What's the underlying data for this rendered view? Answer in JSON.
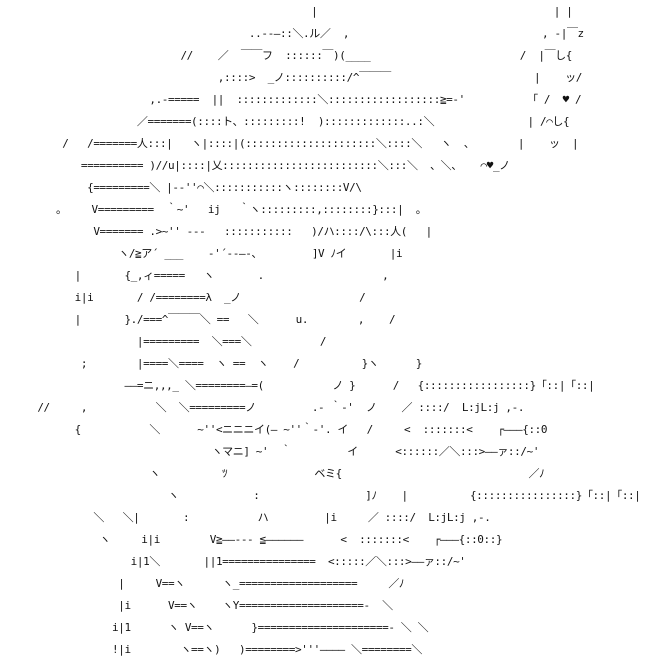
{
  "art": {
    "lines": [
      "                                                  |                                      | |",
      "                                        ..--―::＼.ル／  ,                               , -|￣z",
      "                             //    ／  ￣￣フ  ::::::￣)(____                        /  |￣し{",
      "                                   ,::::>  _ノ::::::::::/^￣￣￣                       |    ッ/",
      "                        ,.-=====  ||  :::::::::::::＼::::::::::::::::::≧=‐'          「 /  ♥ /",
      "                      ／=======(::::ト、:::::::::!  ):::::::::::::..:＼               | /⌒し{",
      "          /   /=======人:::|   ヽ|::::|(:::::::::::::::::::::＼::::＼   ヽ  、       |    ッ  |",
      "             ========== )//u|::::|乂:::::::::::::::::::::::::＼:::＼  、＼、   ⌒♥_ノ",
      "              {=========＼ |‐-''⌒＼:::::::::::ヽ::::::::V/\\",
      "         。    V=========  ｀~'   ij   ｀ヽ:::::::::,::::::::}:::|  。",
      "               V======= .>~'' ---   :::::::::::   )/ハ::::/\\:::人(   |",
      "                   ヽ/≧ア´ ___    -'´-‐―-、        ]V ﾉイ       |i",
      "            |       {_,ィ=====   ヽ       .                   ,",
      "            i|i       / /========λ  _ノ                   /",
      "            |       }./===^￣￣￣＼ ==   ＼      u.        ,    /",
      "                      |=========  ＼===＼           /",
      "             ;        |====＼====  ヽ ==  ヽ    /          }ヽ      }",
      "                    ——=ニ,,,_ ＼========―=(           ノ }      /   {:::::::::::::::::}「::|「::|",
      "      //     ,           ＼  ＼=========ノ         .- ｀-'  ノ    ／ ::::/  L:jL:j ,-.",
      "            {           ＼      ~''<ニニニイ(― ~''｀-'. イ   /     <  :::::::<    ┌―――{::0",
      "                                  ヽマニ] ~'  ｀         イ      <::::::／＼:::>――ァ::/~'",
      "                        ヽ          ﾂ              ベミ{                              ／ﾉ",
      "                           ヽ            :                 ]ﾉ    |          {::::::::::::::::}「::|「::|",
      "               ＼   ＼|       :           ハ         |i     ／ ::::/  L:jL:j ,-.",
      "                ヽ     i|i        V≧――--- ≦――――――      <  :::::::<    ┌―――{::0::}",
      "                     i|1＼       ||1===============  <:::::／＼:::>――ァ::/~'",
      "                   |     V==ヽ      ヽ_===================     ／ﾉ",
      "                   |i      V==ヽ    ヽY====================-  ＼",
      "                  i|1      ヽ V==ヽ      }=====================- ＼ ＼",
      "                  !|i        ヽ==ヽ)   )========>'''―――― ＼========＼"
    ]
  }
}
